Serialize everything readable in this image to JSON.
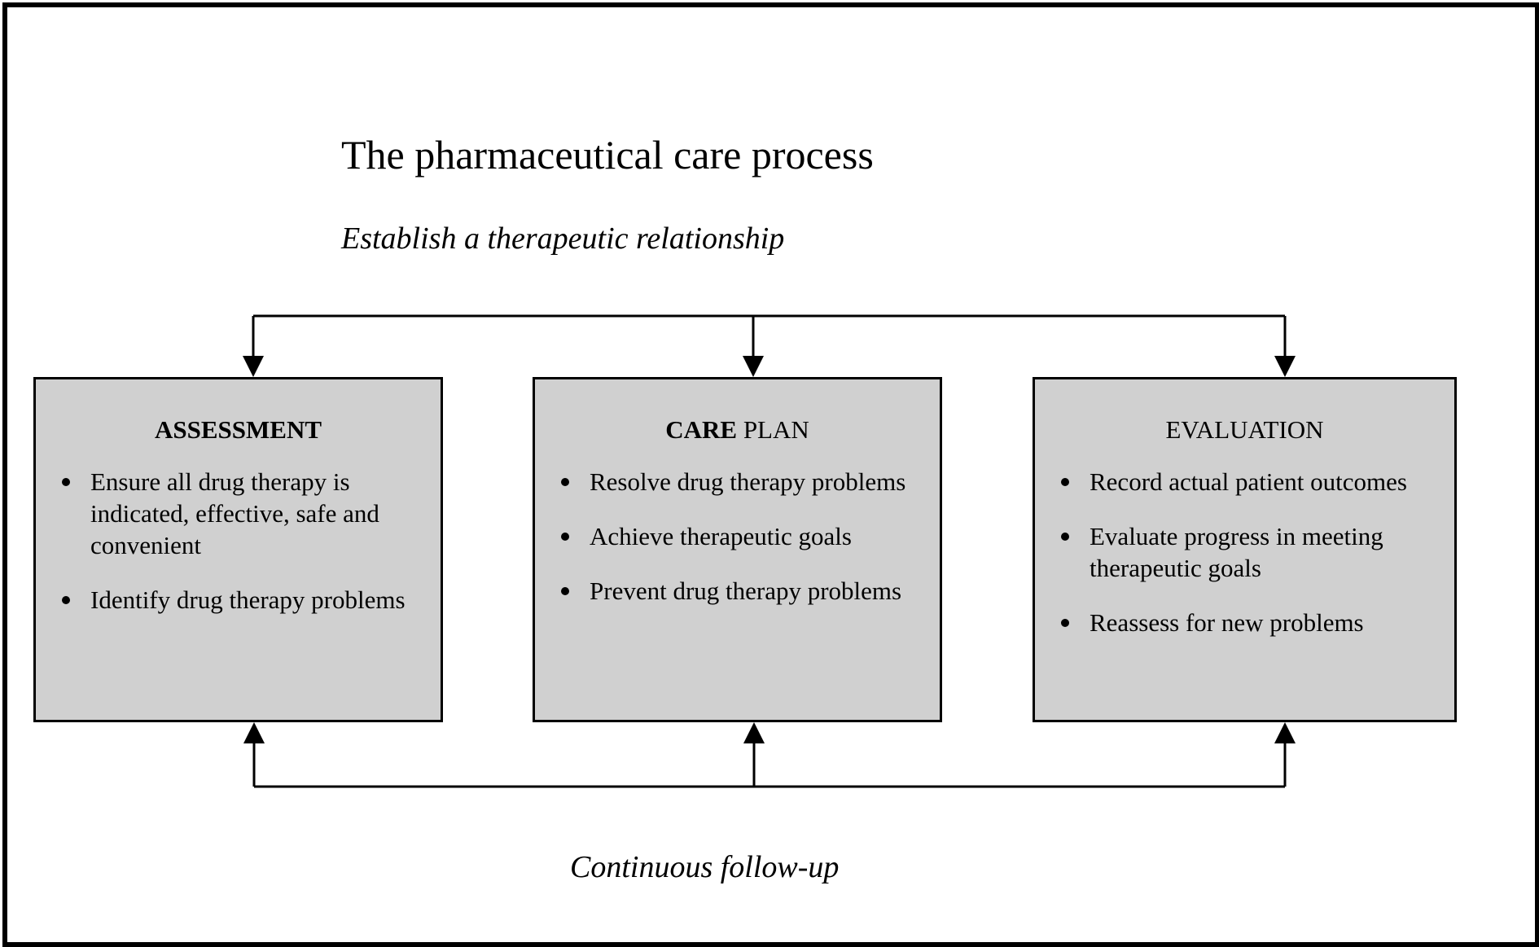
{
  "title": "The pharmaceutical care process",
  "subtitle": "Establish a therapeutic relationship",
  "footer": "Continuous follow-up",
  "boxes": [
    {
      "heading_bold": "ASSESSMENT",
      "heading_rest": "",
      "bullets": [
        "Ensure all drug therapy is indicated, effective, safe and convenient",
        "Identify drug therapy problems"
      ]
    },
    {
      "heading_bold": "CARE",
      "heading_rest": " PLAN",
      "bullets": [
        "Resolve drug therapy problems",
        "Achieve therapeutic goals",
        "Prevent drug therapy problems"
      ]
    },
    {
      "heading_bold": "",
      "heading_rest": "EVALUATION",
      "bullets": [
        "Record actual patient outcomes",
        "Evaluate progress in meeting therapeutic goals",
        "Reassess for new problems"
      ]
    }
  ],
  "colors": {
    "box_fill": "#d0d0d0",
    "line": "#000000",
    "background": "#ffffff"
  }
}
